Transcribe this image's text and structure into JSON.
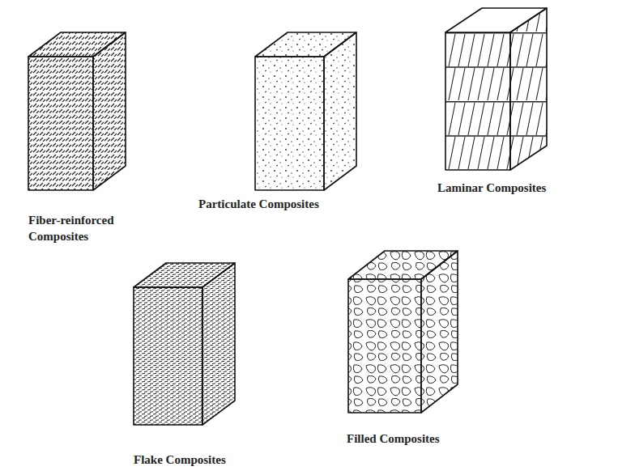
{
  "diagram": {
    "labels": [
      "Fiber-reinforced Composites",
      "Particulate Composites",
      "Laminar Composites",
      "Flake Composites",
      "Filled Composites"
    ]
  }
}
